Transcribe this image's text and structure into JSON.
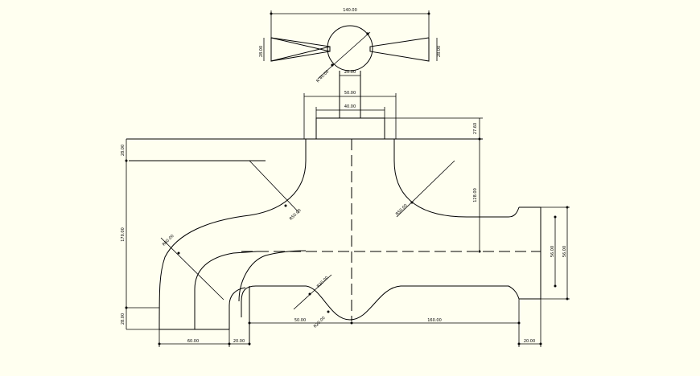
{
  "dimensions": {
    "handle_width": "140.00",
    "handle_left_h": "28.00",
    "handle_right_h": "28.00",
    "knob_radius": "R 40.00",
    "stem_w": "20.00",
    "nut_w": "50.00",
    "nut_inner": "40.00",
    "right_top": "27.60",
    "left_top": "28.00",
    "right_vertical": "128.00",
    "left_vertical": "170.00",
    "bottom_left": "28.00",
    "spout_w": "60.00",
    "spout_gap": "20.00",
    "r_upper_left": "R50.00",
    "r_upper_right": "R50.00",
    "r_spout": "R80.00",
    "r_mid": "R20.00",
    "r_low": "R20.00",
    "bottom_mid": "50.00",
    "bottom_right": "160.00",
    "outlet_w": "20.00",
    "outlet_h1": "56.00",
    "outlet_h2": "56.00"
  },
  "colors": {
    "background": "#fffff0",
    "line": "#000000"
  }
}
